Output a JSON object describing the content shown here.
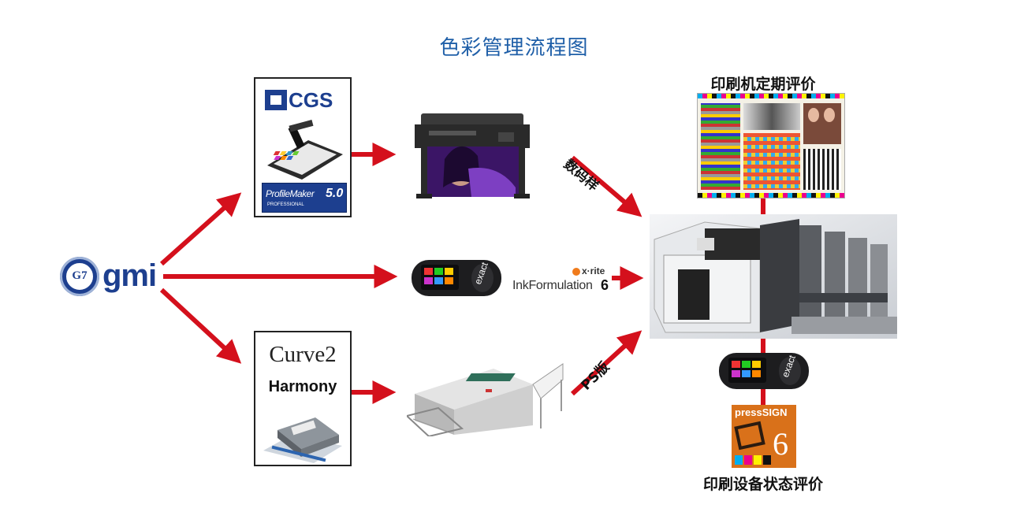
{
  "title": "色彩管理流程图",
  "gmi_logo": {
    "badge_text": "G7",
    "word": "gmi"
  },
  "cgs_box": {
    "brand": "CGS",
    "product": "ProfileMaker",
    "version": "5.0",
    "edition": "PROFESSIONAL"
  },
  "curve_box": {
    "line1": "Curve2",
    "line2": "Harmony"
  },
  "xrite": {
    "brand": "x·rite",
    "product": "InkFormulation",
    "version": "6"
  },
  "exact_label": "exact",
  "labels": {
    "digital_proof": "数码样",
    "ps_plate": "PS版",
    "press_periodic": "印刷机定期评价",
    "press_status": "印刷设备状态评价"
  },
  "presssign": {
    "name": "pressSIGN",
    "version": "6"
  },
  "colors": {
    "arrow": "#d4101c",
    "title": "#1f5fa8",
    "brand_blue": "#1d3f8f"
  }
}
